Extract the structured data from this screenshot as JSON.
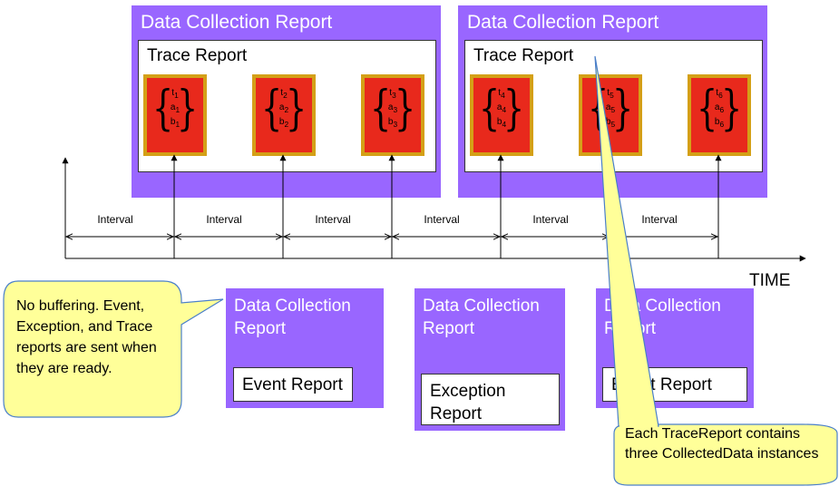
{
  "top_reports": [
    {
      "title": "Data Collection Report",
      "trace_title": "Trace Report",
      "items": [
        {
          "t": "t",
          "ts": "1",
          "a": "a",
          "as": "1",
          "b": "b",
          "bs": "1"
        },
        {
          "t": "t",
          "ts": "2",
          "a": "a",
          "as": "2",
          "b": "b",
          "bs": "2"
        },
        {
          "t": "t",
          "ts": "3",
          "a": "a",
          "as": "3",
          "b": "b",
          "bs": "3"
        }
      ]
    },
    {
      "title": "Data Collection Report",
      "trace_title": "Trace Report",
      "items": [
        {
          "t": "t",
          "ts": "4",
          "a": "a",
          "as": "4",
          "b": "b",
          "bs": "4"
        },
        {
          "t": "t",
          "ts": "5",
          "a": "a",
          "as": "5",
          "b": "b",
          "bs": "5"
        },
        {
          "t": "t",
          "ts": "6",
          "a": "a",
          "as": "6",
          "b": "b",
          "bs": "6"
        }
      ]
    }
  ],
  "intervals": [
    "Interval",
    "Interval",
    "Interval",
    "Interval",
    "Interval",
    "Interval"
  ],
  "time_label": "TIME",
  "bottom_reports": [
    {
      "title": "Data Collection Report",
      "inner": "Event Report"
    },
    {
      "title": "Data Collection Report",
      "inner": "Exception Report"
    },
    {
      "title": "Data Collection Report",
      "inner": "Event Report"
    }
  ],
  "callouts": {
    "left": "No buffering. Event, Exception, and Trace reports are sent when they are ready.",
    "right": "Each TraceReport contains three CollectedData instances"
  }
}
